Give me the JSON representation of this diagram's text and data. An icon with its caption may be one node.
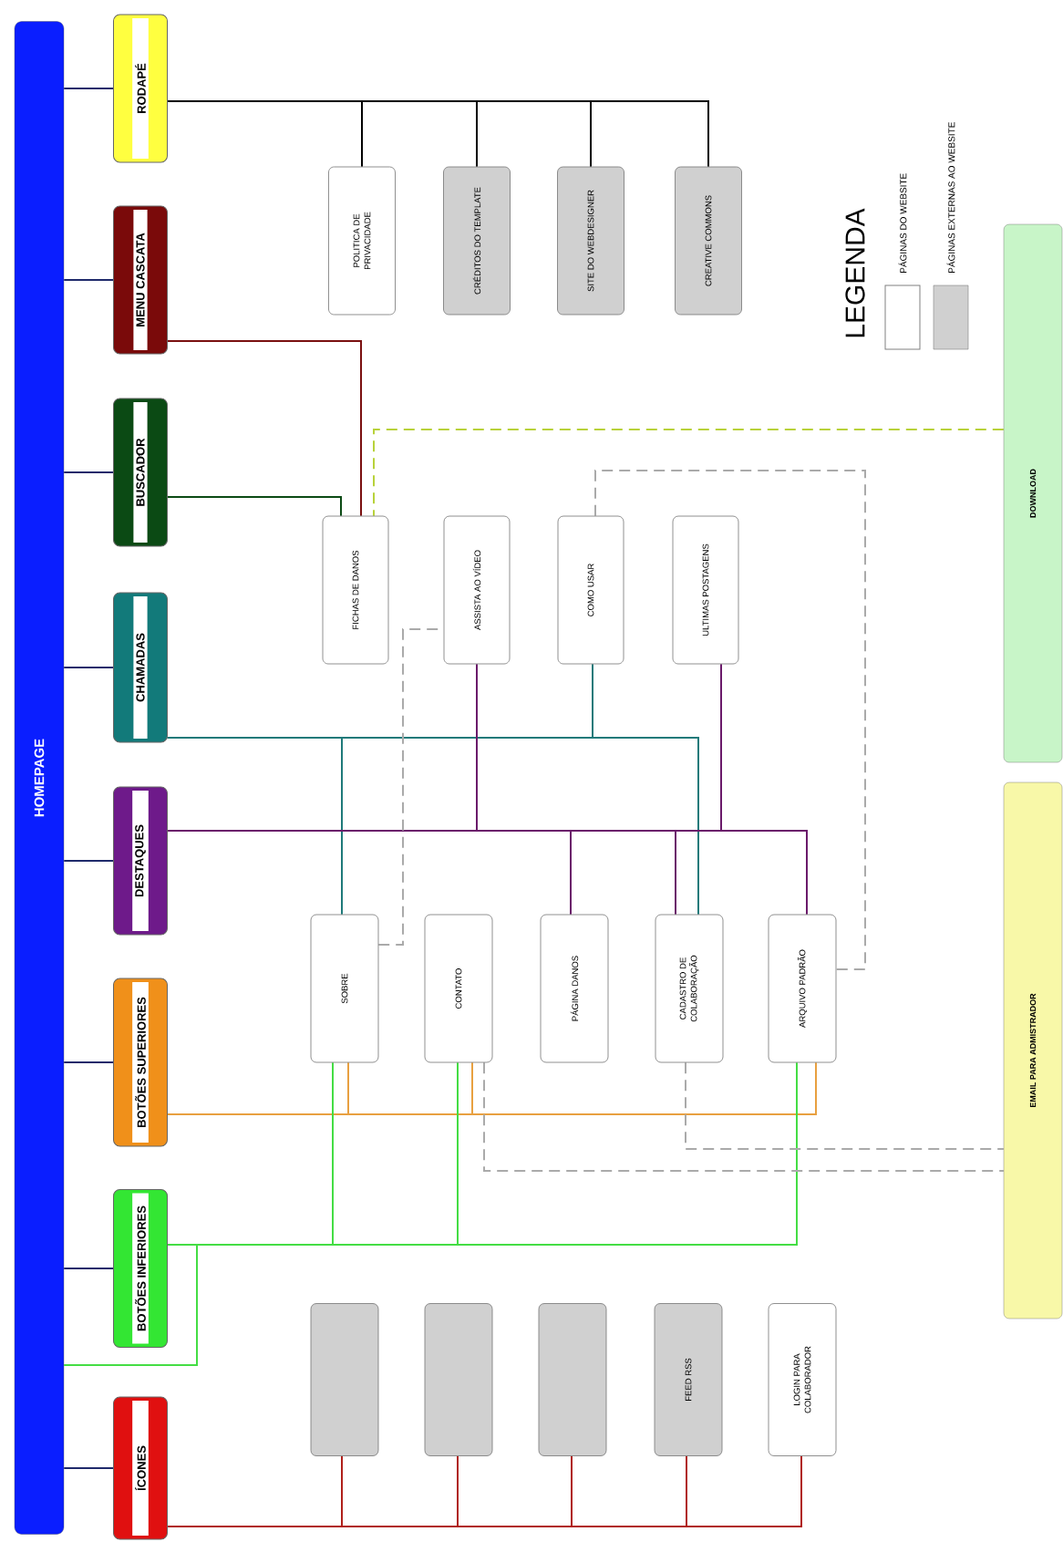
{
  "diagram": {
    "nodes": [
      {
        "text": [
          "HOMEPAGE"
        ]
      },
      {
        "text": [
          "RODAPÉ"
        ]
      },
      {
        "text": [
          "MENU CASCATA"
        ]
      },
      {
        "text": [
          "BUSCADOR"
        ]
      },
      {
        "text": [
          "CHAMADAS"
        ]
      },
      {
        "text": [
          "DESTAQUES"
        ]
      },
      {
        "text": [
          "BOTÕES SUPERIORES"
        ]
      },
      {
        "text": [
          "BOTÕES INFERIORES"
        ]
      },
      {
        "text": [
          "ÍCONES"
        ]
      },
      {
        "text": [
          "POLITICA DE PRIVACIDADE"
        ]
      },
      {
        "text": [
          "CRÉDITOS DO TEMPLATE"
        ]
      },
      {
        "text": [
          "SITE DO WEBDESIGNER"
        ]
      },
      {
        "text": [
          "CREATIVE COMMONS"
        ]
      },
      {
        "text": [
          "FICHAS DE DANOS"
        ]
      },
      {
        "text": [
          "ASSISTA AO VÍDEO"
        ]
      },
      {
        "text": [
          "COMO USAR"
        ]
      },
      {
        "text": [
          "ULTIMAS POSTAGENS"
        ]
      },
      {
        "text": [
          "SOBRE"
        ]
      },
      {
        "text": [
          "CONTATO"
        ]
      },
      {
        "text": [
          "PÁGINA DANOS"
        ]
      },
      {
        "text": [
          "CADASTRO DE COLABORAÇÃO"
        ]
      },
      {
        "text": [
          "ARQUIVO PADRÃO"
        ]
      },
      {
        "text": [],
        "shape": "box"
      },
      {
        "text": [],
        "shape": "box"
      },
      {
        "text": [],
        "shape": "box"
      },
      {
        "text": [
          "FEED RSS"
        ]
      },
      {
        "text": [
          "LOGIN PARA COLABORADOR"
        ]
      },
      {
        "text": [
          "DOWNLOAD"
        ]
      },
      {
        "text": [
          "EMAIL PARA ADMISTRADOR"
        ]
      }
    ],
    "edges": [
      {
        "from": 0,
        "to": 1,
        "arrow": "none",
        "color": "#1f2a6b"
      },
      {
        "from": 0,
        "to": 2,
        "arrow": "none",
        "color": "#1f2a6b"
      },
      {
        "from": 0,
        "to": 3,
        "arrow": "none",
        "color": "#1f2a6b"
      },
      {
        "from": 0,
        "to": 4,
        "arrow": "none",
        "color": "#1f2a6b"
      },
      {
        "from": 0,
        "to": 5,
        "arrow": "none",
        "color": "#1f2a6b"
      },
      {
        "from": 0,
        "to": 6,
        "arrow": "none",
        "color": "#1f2a6b"
      },
      {
        "from": 0,
        "to": 7,
        "arrow": "none",
        "color": "#1f2a6b"
      },
      {
        "from": 0,
        "to": 8,
        "arrow": "none",
        "color": "#1f2a6b"
      },
      {
        "from": 1,
        "to": 9,
        "arrow": "none",
        "color": "#000000"
      },
      {
        "from": 1,
        "to": 10,
        "arrow": "none",
        "color": "#000000"
      },
      {
        "from": 1,
        "to": 11,
        "arrow": "none",
        "color": "#000000"
      },
      {
        "from": 1,
        "to": 12,
        "arrow": "none",
        "color": "#000000"
      },
      {
        "from": 2,
        "to": 13,
        "arrow": "none",
        "color": "#7a1010"
      },
      {
        "from": 3,
        "to": 13,
        "arrow": "none",
        "color": "#0b4a14"
      },
      {
        "from": 27,
        "to": 13,
        "arrow": "none",
        "style": "dashed",
        "color": "#b8d23a"
      },
      {
        "from": 4,
        "to": 17,
        "arrow": "none",
        "color": "#1f7a7a"
      },
      {
        "from": 4,
        "to": 15,
        "arrow": "none",
        "color": "#1f7a7a"
      },
      {
        "from": 4,
        "to": 20,
        "arrow": "none",
        "color": "#1f7a7a"
      },
      {
        "from": 5,
        "to": 14,
        "arrow": "none",
        "color": "#6a1a6a"
      },
      {
        "from": 5,
        "to": 19,
        "arrow": "none",
        "color": "#6a1a6a"
      },
      {
        "from": 5,
        "to": 20,
        "arrow": "none",
        "color": "#6a1a6a"
      },
      {
        "from": 5,
        "to": 16,
        "arrow": "none",
        "color": "#6a1a6a"
      },
      {
        "from": 5,
        "to": 21,
        "arrow": "none",
        "color": "#6a1a6a"
      },
      {
        "from": 6,
        "to": 17,
        "arrow": "none",
        "color": "#e8a040"
      },
      {
        "from": 6,
        "to": 18,
        "arrow": "none",
        "color": "#e8a040"
      },
      {
        "from": 6,
        "to": 21,
        "arrow": "none",
        "color": "#e8a040"
      },
      {
        "from": 7,
        "to": 17,
        "arrow": "none",
        "color": "#44dd44"
      },
      {
        "from": 7,
        "to": 18,
        "arrow": "none",
        "color": "#44dd44"
      },
      {
        "from": 7,
        "to": 21,
        "arrow": "none",
        "color": "#44dd44"
      },
      {
        "from": 7,
        "to": 0,
        "arrow": "none",
        "color": "#44dd44"
      },
      {
        "from": 8,
        "to": 22,
        "arrow": "none",
        "color": "#b0201b"
      },
      {
        "from": 8,
        "to": 23,
        "arrow": "none",
        "color": "#b0201b"
      },
      {
        "from": 8,
        "to": 24,
        "arrow": "none",
        "color": "#b0201b"
      },
      {
        "from": 8,
        "to": 25,
        "arrow": "none",
        "color": "#b0201b"
      },
      {
        "from": 8,
        "to": 26,
        "arrow": "none",
        "color": "#b0201b"
      },
      {
        "from": 17,
        "to": 14,
        "arrow": "none",
        "style": "dashed",
        "color": "#aaaaaa"
      },
      {
        "from": 15,
        "to": 21,
        "arrow": "none",
        "style": "dashed",
        "color": "#aaaaaa"
      },
      {
        "from": 18,
        "to": 28,
        "arrow": "none",
        "style": "dashed",
        "color": "#aaaaaa"
      },
      {
        "from": 20,
        "to": 28,
        "arrow": "none",
        "style": "dashed",
        "color": "#aaaaaa"
      }
    ],
    "labels": [
      "LEGENDA"
    ],
    "legend": [
      {
        "text": "PÁGINAS DO WEBSITE"
      },
      {
        "text": "PÁGINAS EXTERNAS AO WEBSITE",
        "color": "#d0d0d0"
      }
    ]
  }
}
